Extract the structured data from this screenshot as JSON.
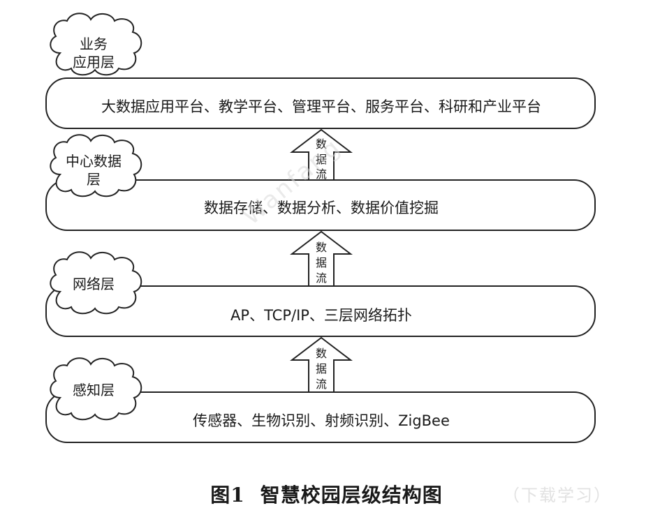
{
  "diagram": {
    "layers": [
      {
        "cloud_line1": "业务",
        "cloud_line2": "应用层",
        "content": "大数据应用平台、教学平台、管理平台、服务平台、科研和产业平台"
      },
      {
        "cloud_line1": "中心数据",
        "cloud_line2": "层",
        "content": "数据存储、数据分析、数据价值挖掘"
      },
      {
        "cloud_line1": "网络层",
        "cloud_line2": "",
        "content": "AP、TCP/IP、三层网络拓扑"
      },
      {
        "cloud_line1": "感知层",
        "cloud_line2": "",
        "content": "传感器、生物识别、射频识别、ZigBee"
      }
    ],
    "arrow_label_chars": [
      "数",
      "据",
      "流"
    ]
  },
  "caption": {
    "number": "图1",
    "title": "智慧校园层级结构图"
  }
}
